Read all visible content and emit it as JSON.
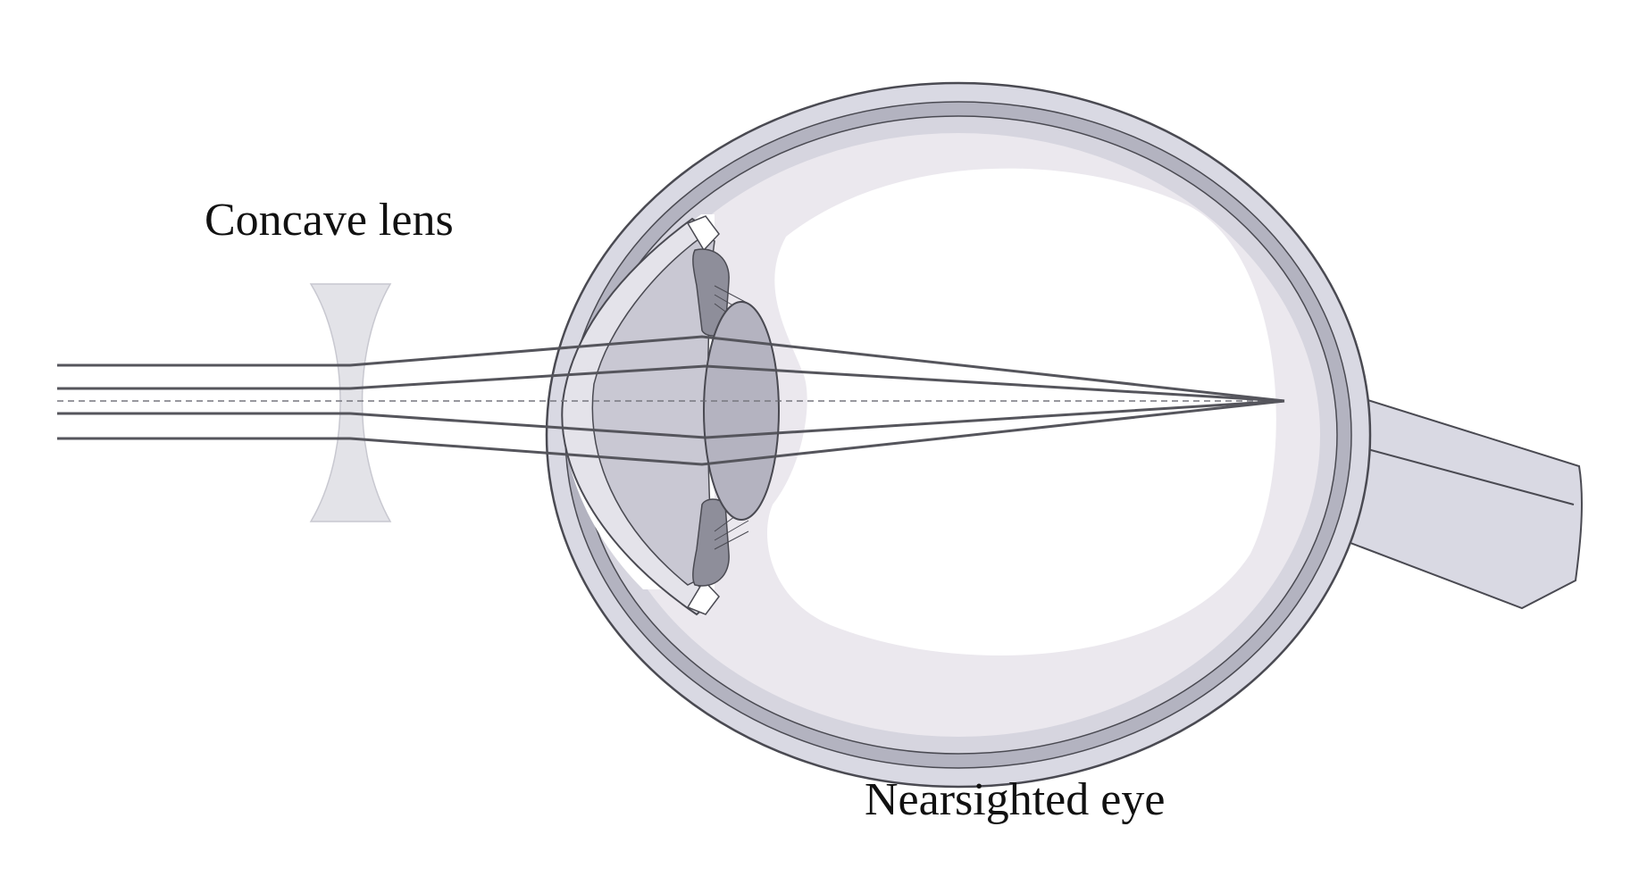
{
  "labels": {
    "lens": "Concave lens",
    "eye": "Nearsighted eye"
  },
  "colors": {
    "background": "#ffffff",
    "eye_outline": "#4a4a52",
    "sclera": "#d9d9e3",
    "choroid": "#b3b3c0",
    "vitreous": "#f4f0f4",
    "lens_fill": "#b4b3c0",
    "ray": "#55555c",
    "concave_lens": "#e3e3e8"
  },
  "icons": {
    "lens": "concave-lens-shape",
    "eye": "eye-cross-section"
  }
}
